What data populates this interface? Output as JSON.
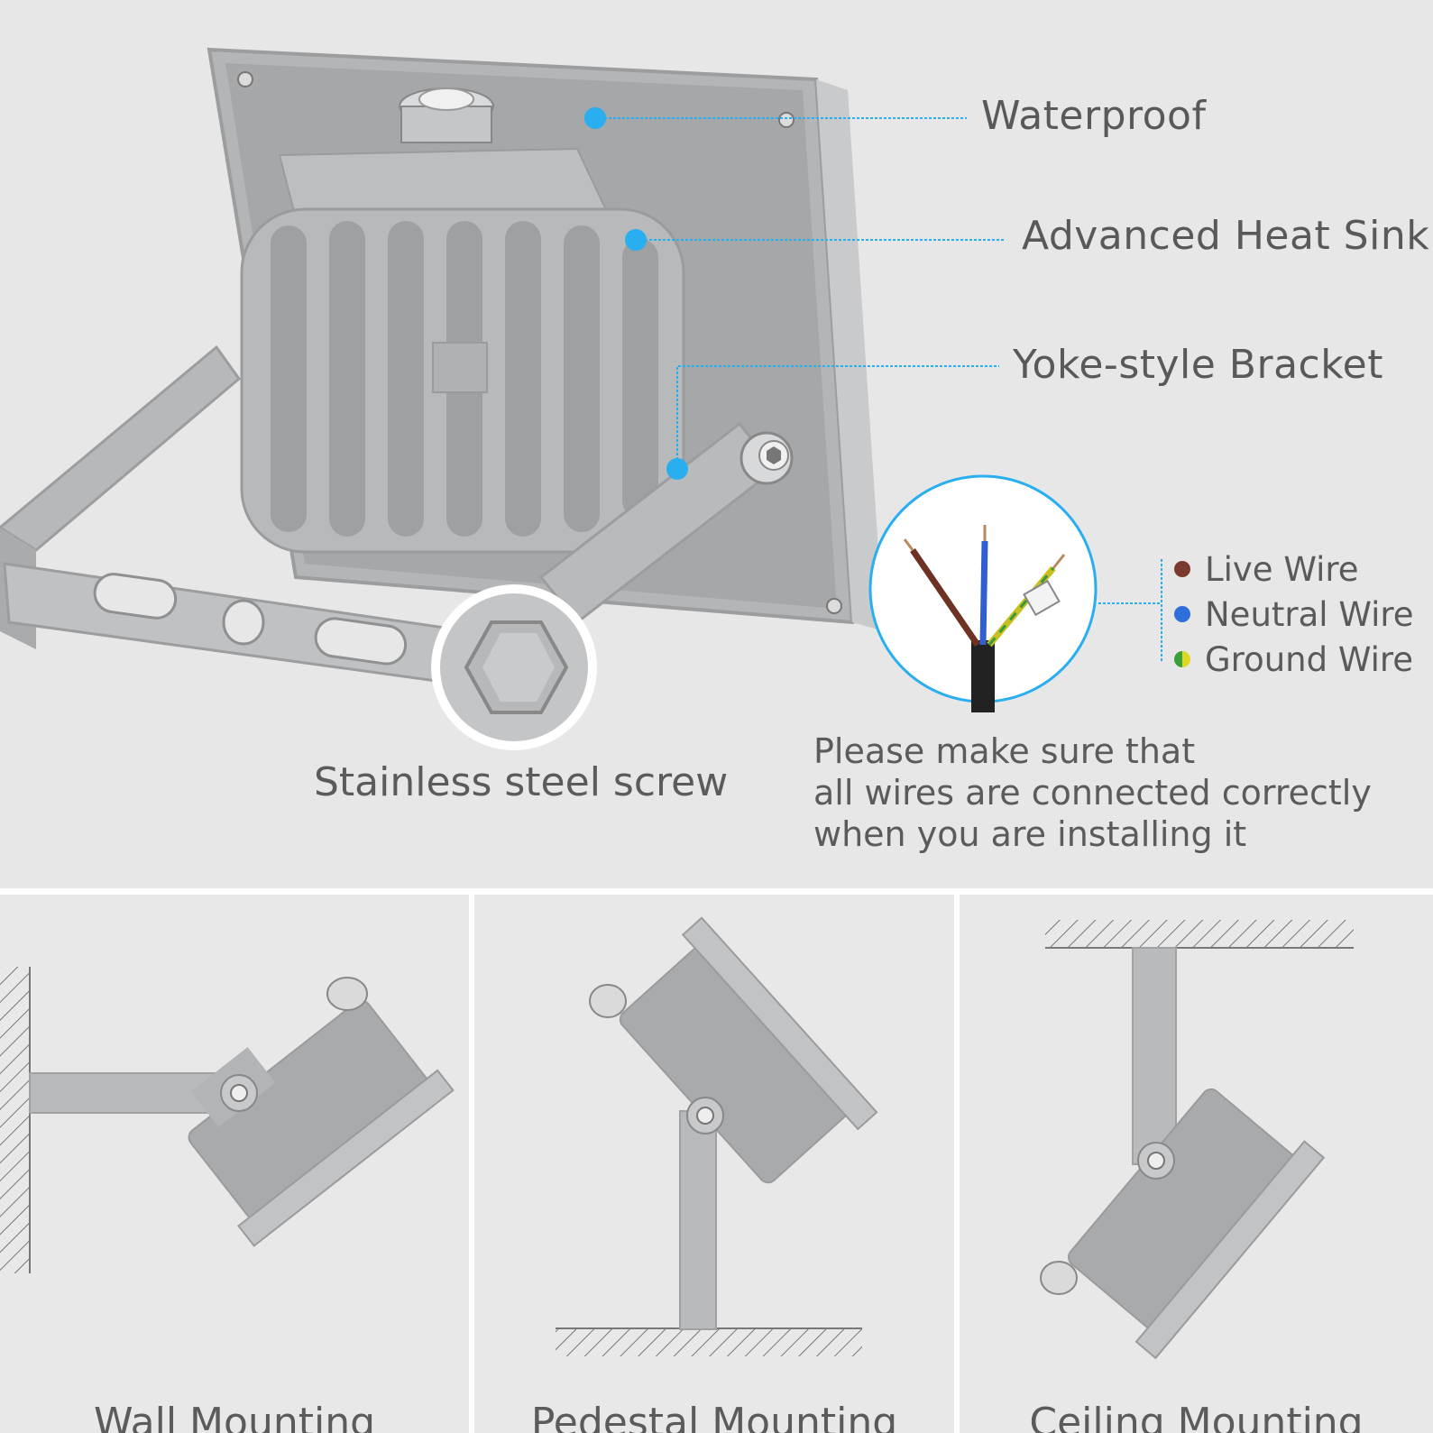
{
  "features": {
    "waterproof": "Waterproof",
    "heat_sink": "Advanced Heat Sink",
    "bracket": "Yoke-style Bracket",
    "screw": "Stainless steel screw"
  },
  "wires": [
    {
      "label": "Live Wire",
      "color": "#7a3b2e"
    },
    {
      "label": "Neutral Wire",
      "color": "#2f6fdc"
    },
    {
      "label": "Ground Wire",
      "color": "#c9c41c"
    }
  ],
  "note": {
    "line1": "Please make sure that",
    "line2": "all wires are connected correctly",
    "line3": "when you are installing it"
  },
  "mounting": {
    "wall": "Wall Mounting",
    "pedestal": "Pedestal Mounting",
    "ceiling": "Ceiling Mounting"
  },
  "colors": {
    "accent": "#29aef0",
    "housing": "#a9aaac",
    "background": "#e7e7e7"
  }
}
